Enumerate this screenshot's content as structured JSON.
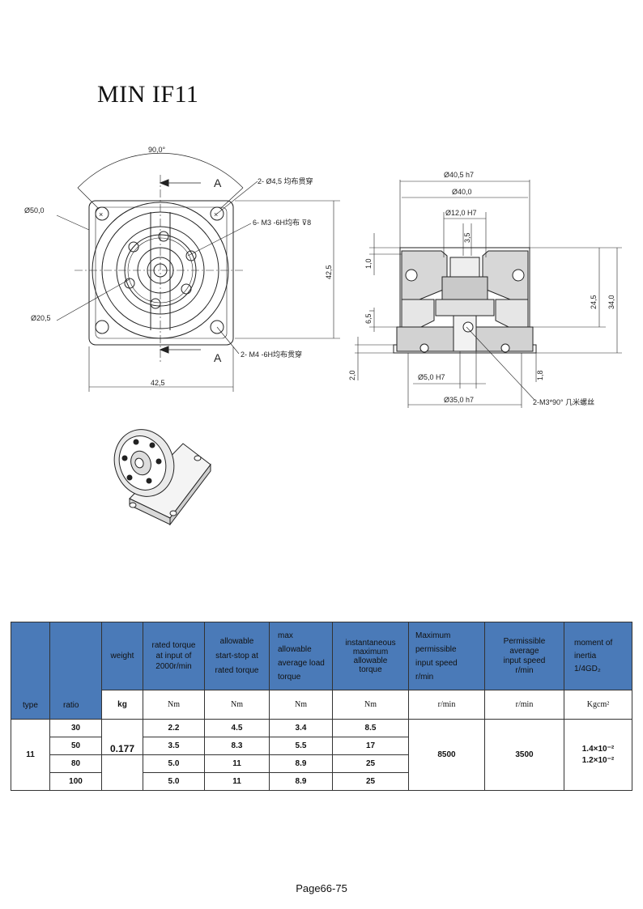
{
  "title": "MIN IF11",
  "drawing": {
    "front_view": {
      "angle": "90,0°",
      "diam_50": "Ø50,0",
      "diam_20_5": "Ø20,5",
      "width_42_5_bottom": "42,5",
      "height_42_5_right": "42,5",
      "section_mark_a": "A",
      "note_holes_4_5": "2- Ø4,5 均布贯穿",
      "note_m3": "6- M3 -6H均布 ⊽8",
      "note_m4": "2- M4 -6H均布贯穿"
    },
    "section_view": {
      "d40_5": "Ø40,5 h7",
      "d40_0": "Ø40,0",
      "d12": "Ø12,0 H7",
      "d3_5": "3,5",
      "d1_0": "1,0",
      "d6_5": "6,5",
      "d24_5": "24,5",
      "d34_0": "34,0",
      "d2_0": "2,0",
      "d5_0": "Ø5,0 H7",
      "d1_8": "1,8",
      "d35": "Ø35,0 h7",
      "note_screw": "2-M3*90° 几米螺丝"
    }
  },
  "table": {
    "headers": {
      "type": "type",
      "ratio": "ratio",
      "weight": "weight",
      "rated_torque": [
        "rated torque",
        "at input of",
        "2000r/min"
      ],
      "allowable_start_stop": [
        "allowable",
        "start-stop at",
        "rated torque"
      ],
      "max_allowable_avg": [
        "max",
        "allowable",
        "average load",
        "torque"
      ],
      "instantaneous_max": [
        "instantaneous",
        "maximum",
        "allowable",
        "torque"
      ],
      "max_permissible_speed": [
        "Maximum",
        "permissible",
        "input speed",
        "r/min"
      ],
      "permissible_avg_speed": [
        "Permissible",
        "average",
        "input speed",
        "r/min"
      ],
      "moment_of_inertia": [
        "moment of",
        "inertia",
        "1/4GD₂"
      ]
    },
    "units": {
      "weight": "kg",
      "rated_torque": "Nm",
      "allowable_start_stop": "Nm",
      "max_allowable_avg": "Nm",
      "instantaneous_max": "Nm",
      "max_permissible_speed": "r/min",
      "permissible_avg_speed": "r/min",
      "moment_of_inertia": "Kgcm²"
    },
    "type_value": "11",
    "weight_value": "0.177",
    "max_speed_value": "8500",
    "avg_speed_value": "3500",
    "inertia_values": [
      "1.4×10⁻²",
      "1.2×10⁻²"
    ],
    "rows": [
      {
        "ratio": "30",
        "rated": "2.2",
        "start_stop": "4.5",
        "avg_load": "3.4",
        "instant": "8.5"
      },
      {
        "ratio": "50",
        "rated": "3.5",
        "start_stop": "8.3",
        "avg_load": "5.5",
        "instant": "17"
      },
      {
        "ratio": "80",
        "rated": "5.0",
        "start_stop": "11",
        "avg_load": "8.9",
        "instant": "25"
      },
      {
        "ratio": "100",
        "rated": "5.0",
        "start_stop": "11",
        "avg_load": "8.9",
        "instant": "25"
      }
    ]
  },
  "footer": "Page66-75"
}
